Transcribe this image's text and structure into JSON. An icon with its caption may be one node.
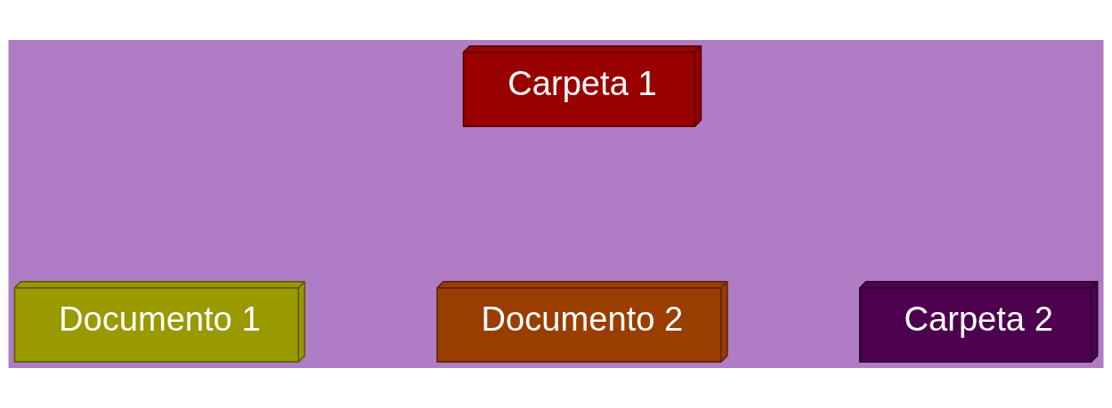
{
  "diagram": {
    "nodes": [
      {
        "text": [
          "Carpeta 1"
        ]
      },
      {
        "text": [
          "Documento 1"
        ]
      },
      {
        "text": [
          "Documento 2"
        ]
      },
      {
        "text": [
          "Carpeta 2"
        ]
      }
    ]
  }
}
